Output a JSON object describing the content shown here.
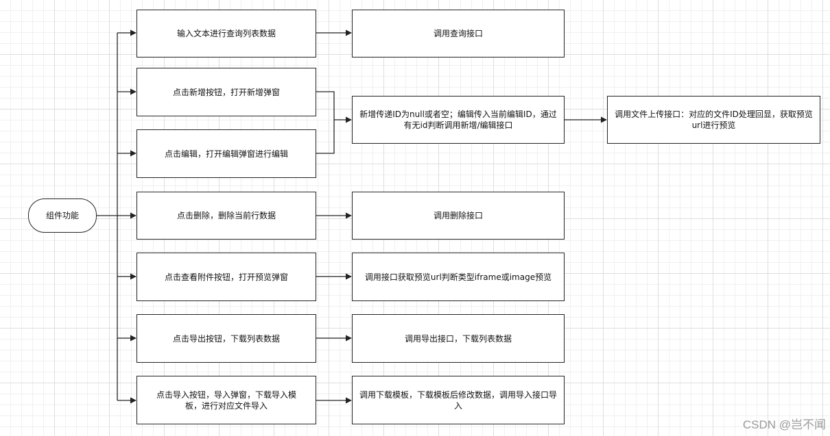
{
  "diagram": {
    "root": "组件功能",
    "actions": [
      "输入文本进行查询列表数据",
      "点击新增按钮，打开新增弹窗",
      "点击编辑，打开编辑弹窗进行编辑",
      "点击删除，删除当前行数据",
      "点击查看附件按钮，打开预览弹窗",
      "点击导出按钮，下载列表数据",
      "点击导入按钮，导入弹窗，下载导入模板，进行对应文件导入"
    ],
    "results": [
      "调用查询接口",
      "新增传递ID为null或者空；编辑传入当前编辑ID，通过有无id判断调用新增/编辑接口",
      "调用删除接口",
      "调用接口获取预览url判断类型iframe或image预览",
      "调用导出接口，下载列表数据",
      "调用下载模板，下载模板后修改数据，调用导入接口导入"
    ],
    "upload": "调用文件上传接口：对应的文件ID处理回显，获取预览url进行预览"
  },
  "watermark": "CSDN @岂不闻"
}
